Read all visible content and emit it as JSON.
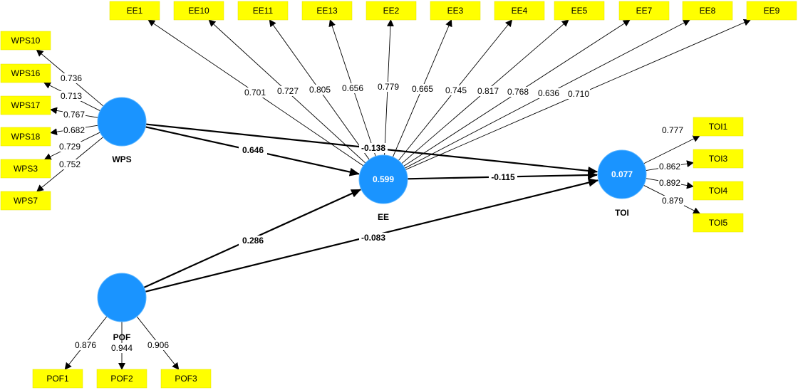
{
  "title": "SEM path model",
  "constructs": [
    {
      "id": "WPS",
      "name": "WPS",
      "value": ""
    },
    {
      "id": "EE",
      "name": "EE",
      "value": "0.599"
    },
    {
      "id": "TOI",
      "name": "TOI",
      "value": "0.077"
    },
    {
      "id": "POF",
      "name": "POF",
      "value": ""
    }
  ],
  "indicators": [
    {
      "id": "EE1",
      "construct": "EE",
      "loading": "0.701"
    },
    {
      "id": "EE10",
      "construct": "EE",
      "loading": "0.727"
    },
    {
      "id": "EE11",
      "construct": "EE",
      "loading": "0.805"
    },
    {
      "id": "EE13",
      "construct": "EE",
      "loading": "0.656"
    },
    {
      "id": "EE2",
      "construct": "EE",
      "loading": "0.779"
    },
    {
      "id": "EE3",
      "construct": "EE",
      "loading": "0.665"
    },
    {
      "id": "EE4",
      "construct": "EE",
      "loading": "0.745"
    },
    {
      "id": "EE5",
      "construct": "EE",
      "loading": "0.817"
    },
    {
      "id": "EE7",
      "construct": "EE",
      "loading": "0.768"
    },
    {
      "id": "EE8",
      "construct": "EE",
      "loading": "0.636"
    },
    {
      "id": "EE9",
      "construct": "EE",
      "loading": "0.710"
    },
    {
      "id": "WPS10",
      "construct": "WPS",
      "loading": "0.736"
    },
    {
      "id": "WPS16",
      "construct": "WPS",
      "loading": "0.713"
    },
    {
      "id": "WPS17",
      "construct": "WPS",
      "loading": "0.767"
    },
    {
      "id": "WPS18",
      "construct": "WPS",
      "loading": "0.682"
    },
    {
      "id": "WPS3",
      "construct": "WPS",
      "loading": "0.729"
    },
    {
      "id": "WPS7",
      "construct": "WPS",
      "loading": "0.752"
    },
    {
      "id": "TOI1",
      "construct": "TOI",
      "loading": "0.777"
    },
    {
      "id": "TOI3",
      "construct": "TOI",
      "loading": "0.862"
    },
    {
      "id": "TOI4",
      "construct": "TOI",
      "loading": "0.892"
    },
    {
      "id": "TOI5",
      "construct": "TOI",
      "loading": "0.879"
    },
    {
      "id": "POF1",
      "construct": "POF",
      "loading": "0.876"
    },
    {
      "id": "POF2",
      "construct": "POF",
      "loading": "0.944"
    },
    {
      "id": "POF3",
      "construct": "POF",
      "loading": "0.906"
    }
  ],
  "paths": [
    {
      "from": "WPS",
      "to": "EE",
      "coef": "0.646"
    },
    {
      "from": "WPS",
      "to": "TOI",
      "coef": "-0.138"
    },
    {
      "from": "EE",
      "to": "TOI",
      "coef": "-0.115"
    },
    {
      "from": "POF",
      "to": "EE",
      "coef": "0.286"
    },
    {
      "from": "POF",
      "to": "TOI",
      "coef": "-0.083"
    }
  ],
  "colors": {
    "construct": "#1a94ff",
    "indicator": "#ffff00"
  }
}
